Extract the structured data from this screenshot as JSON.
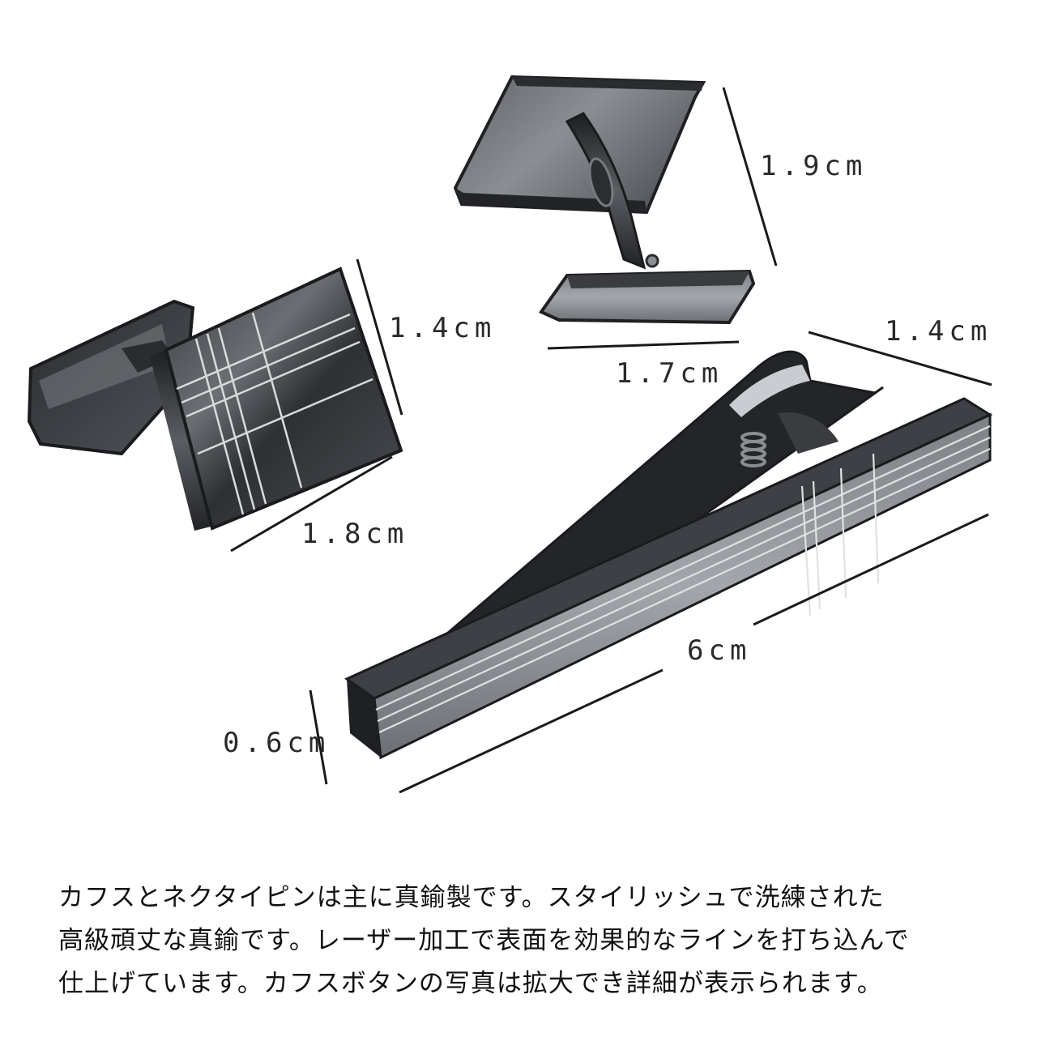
{
  "dimensions": {
    "top_cufflink_height": "1.9cm",
    "top_cufflink_width": "1.7cm",
    "left_cufflink_height": "1.4cm",
    "left_cufflink_width": "1.8cm",
    "tie_clip_depth": "1.4cm",
    "tie_clip_length": "6cm",
    "tie_clip_width": "0.6cm"
  },
  "description": {
    "line1": "カフスとネクタイピンは主に真鍮製です。スタイリッシュで洗練された",
    "line2": "高級頑丈な真鍮です。レーザー加工で表面を効果的なラインを打ち込んで",
    "line3": "仕上げています。カフスボタンの写真は拡大でき詳細が表示られます。"
  },
  "colors": {
    "metal_dark": "#2b2d30",
    "metal_mid": "#5a5d62",
    "metal_light": "#a9acb1",
    "engraving": "#d8dadd",
    "text": "#111111"
  }
}
